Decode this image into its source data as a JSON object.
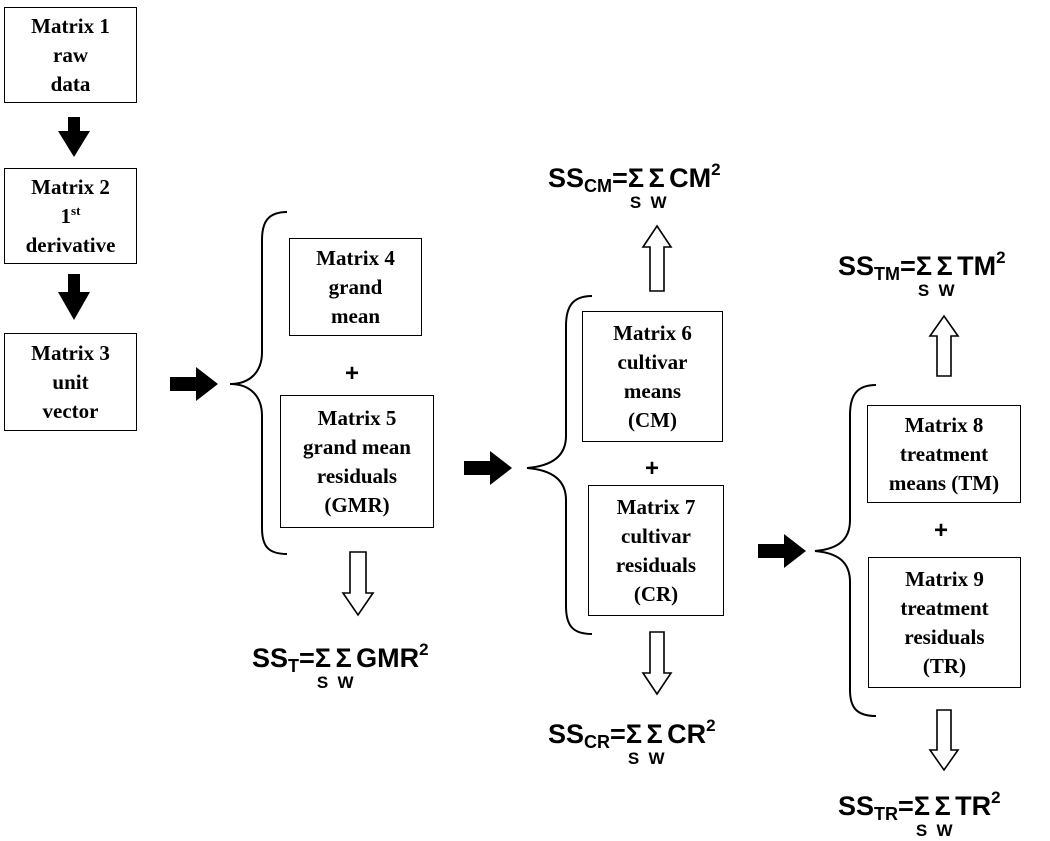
{
  "matrix1": {
    "lines": [
      "Matrix 1",
      "raw",
      "data"
    ]
  },
  "matrix2": {
    "title": "Matrix 2",
    "num": "1",
    "sup": "st",
    "word": "derivative"
  },
  "matrix3": {
    "lines": [
      "Matrix 3",
      "unit",
      "vector"
    ]
  },
  "matrix4": {
    "lines": [
      "Matrix 4",
      "grand",
      "mean"
    ]
  },
  "matrix5": {
    "lines": [
      "Matrix 5",
      "grand mean",
      "residuals",
      "(GMR)"
    ]
  },
  "matrix6": {
    "lines": [
      "Matrix 6",
      "cultivar",
      "means",
      "(CM)"
    ]
  },
  "matrix7": {
    "lines": [
      "Matrix 7",
      "cultivar",
      "residuals",
      "(CR)"
    ]
  },
  "matrix8": {
    "lines": [
      "Matrix 8",
      "treatment",
      "means (TM)"
    ]
  },
  "matrix9": {
    "lines": [
      "Matrix 9",
      "treatment",
      "residuals",
      "(TR)"
    ]
  },
  "plus": "+",
  "formulas": {
    "sst": {
      "ss": "SS",
      "sub": "T",
      "eq": "=",
      "sigma": "Σ",
      "s": "S",
      "w": "W",
      "term": "GMR",
      "sup": "2"
    },
    "sscm": {
      "ss": "SS",
      "sub": "CM",
      "eq": "=",
      "sigma": "Σ",
      "s": "S",
      "w": "W",
      "term": "CM",
      "sup": "2"
    },
    "sscr": {
      "ss": "SS",
      "sub": "CR",
      "eq": "=",
      "sigma": "Σ",
      "s": "S",
      "w": "W",
      "term": "CR",
      "sup": "2"
    },
    "sstm": {
      "ss": "SS",
      "sub": "TM",
      "eq": "=",
      "sigma": "Σ",
      "s": "S",
      "w": "W",
      "term": "TM",
      "sup": "2"
    },
    "sstr": {
      "ss": "SS",
      "sub": "TR",
      "eq": "=",
      "sigma": "Σ",
      "s": "S",
      "w": "W",
      "term": "TR",
      "sup": "2"
    }
  }
}
